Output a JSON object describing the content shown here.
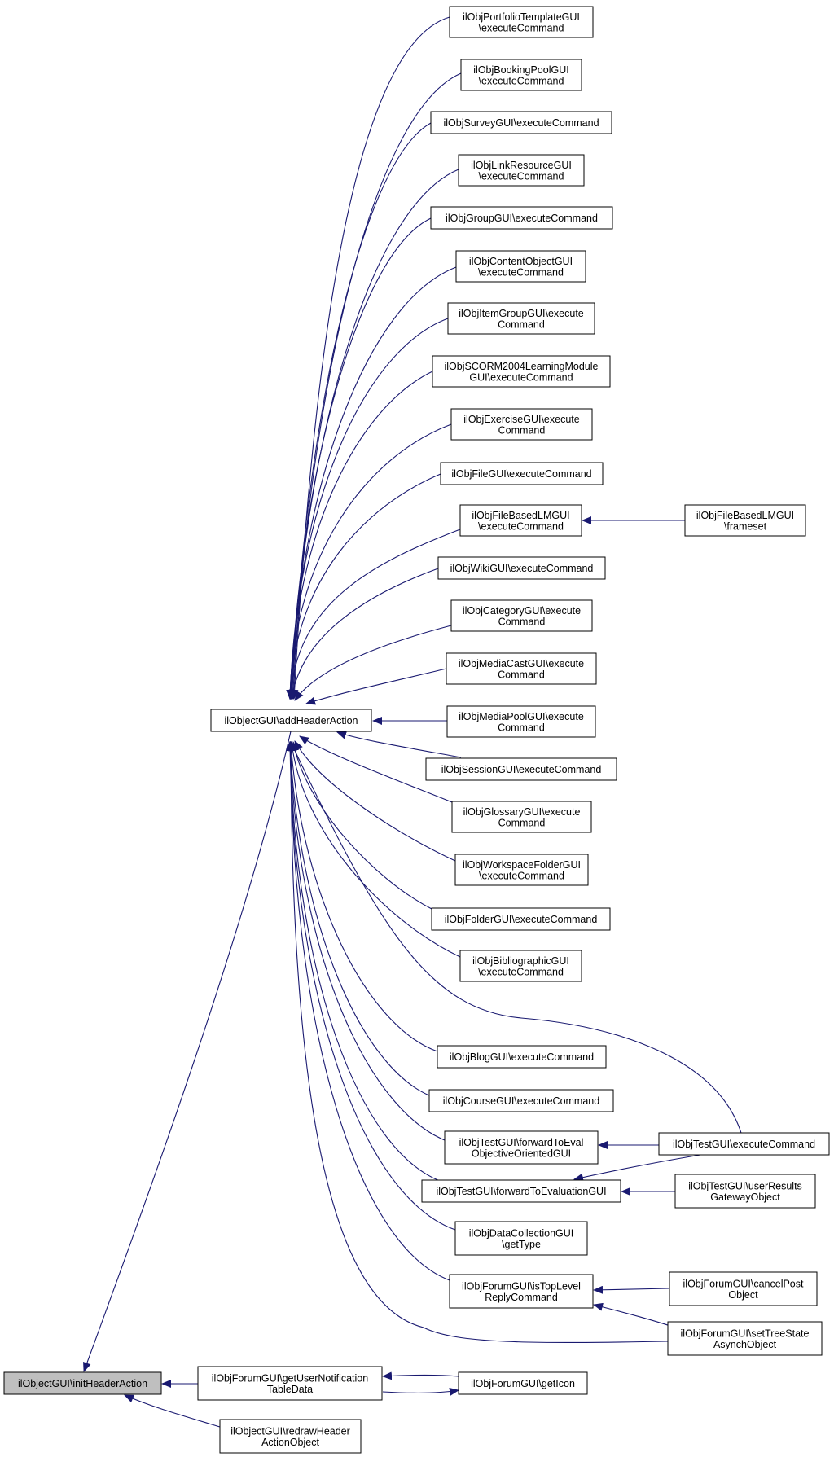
{
  "colors": {
    "edge": "#191970",
    "node_fill": "#ffffff",
    "focus_fill": "#bfbfbf",
    "border": "#000000",
    "text": "#000000"
  },
  "nodes": [
    {
      "id": "init",
      "lines": [
        "ilObjectGUI\\initHeaderAction"
      ],
      "focus": true
    },
    {
      "id": "add",
      "lines": [
        "ilObjectGUI\\addHeaderAction"
      ]
    },
    {
      "id": "getuser",
      "lines": [
        "ilObjForumGUI\\getUserNotification",
        "TableData"
      ]
    },
    {
      "id": "redraw",
      "lines": [
        "ilObjectGUI\\redrawHeader",
        "ActionObject"
      ]
    },
    {
      "id": "geticon",
      "lines": [
        "ilObjForumGUI\\getIcon"
      ]
    },
    {
      "id": "portfolio",
      "lines": [
        "ilObjPortfolioTemplateGUI",
        "\\executeCommand"
      ]
    },
    {
      "id": "booking",
      "lines": [
        "ilObjBookingPoolGUI",
        "\\executeCommand"
      ]
    },
    {
      "id": "survey",
      "lines": [
        "ilObjSurveyGUI\\executeCommand"
      ]
    },
    {
      "id": "linkres",
      "lines": [
        "ilObjLinkResourceGUI",
        "\\executeCommand"
      ]
    },
    {
      "id": "group",
      "lines": [
        "ilObjGroupGUI\\executeCommand"
      ]
    },
    {
      "id": "content",
      "lines": [
        "ilObjContentObjectGUI",
        "\\executeCommand"
      ]
    },
    {
      "id": "itemgroup",
      "lines": [
        "ilObjItemGroupGUI\\execute",
        "Command"
      ]
    },
    {
      "id": "scorm",
      "lines": [
        "ilObjSCORM2004LearningModule",
        "GUI\\executeCommand"
      ]
    },
    {
      "id": "exercise",
      "lines": [
        "ilObjExerciseGUI\\execute",
        "Command"
      ]
    },
    {
      "id": "file",
      "lines": [
        "ilObjFileGUI\\executeCommand"
      ]
    },
    {
      "id": "filebased",
      "lines": [
        "ilObjFileBasedLMGUI",
        "\\executeCommand"
      ]
    },
    {
      "id": "frameset",
      "lines": [
        "ilObjFileBasedLMGUI",
        "\\frameset"
      ]
    },
    {
      "id": "wiki",
      "lines": [
        "ilObjWikiGUI\\executeCommand"
      ]
    },
    {
      "id": "category",
      "lines": [
        "ilObjCategoryGUI\\execute",
        "Command"
      ]
    },
    {
      "id": "mediacast",
      "lines": [
        "ilObjMediaCastGUI\\execute",
        "Command"
      ]
    },
    {
      "id": "mediapool",
      "lines": [
        "ilObjMediaPoolGUI\\execute",
        "Command"
      ]
    },
    {
      "id": "session",
      "lines": [
        "ilObjSessionGUI\\executeCommand"
      ]
    },
    {
      "id": "glossary",
      "lines": [
        "ilObjGlossaryGUI\\execute",
        "Command"
      ]
    },
    {
      "id": "workspace",
      "lines": [
        "ilObjWorkspaceFolderGUI",
        "\\executeCommand"
      ]
    },
    {
      "id": "folder",
      "lines": [
        "ilObjFolderGUI\\executeCommand"
      ]
    },
    {
      "id": "biblio",
      "lines": [
        "ilObjBibliographicGUI",
        "\\executeCommand"
      ]
    },
    {
      "id": "blog",
      "lines": [
        "ilObjBlogGUI\\executeCommand"
      ]
    },
    {
      "id": "course",
      "lines": [
        "ilObjCourseGUI\\executeCommand"
      ]
    },
    {
      "id": "fwdevalobj",
      "lines": [
        "ilObjTestGUI\\forwardToEval",
        "ObjectiveOrientedGUI"
      ]
    },
    {
      "id": "testexec",
      "lines": [
        "ilObjTestGUI\\executeCommand"
      ]
    },
    {
      "id": "fwdeval",
      "lines": [
        "ilObjTestGUI\\forwardToEvaluationGUI"
      ]
    },
    {
      "id": "userresults",
      "lines": [
        "ilObjTestGUI\\userResults",
        "GatewayObject"
      ]
    },
    {
      "id": "datacoll",
      "lines": [
        "ilObjDataCollectionGUI",
        "\\getType"
      ]
    },
    {
      "id": "istoplevel",
      "lines": [
        "ilObjForumGUI\\isTopLevel",
        "ReplyCommand"
      ]
    },
    {
      "id": "cancelpost",
      "lines": [
        "ilObjForumGUI\\cancelPost",
        "Object"
      ]
    },
    {
      "id": "settree",
      "lines": [
        "ilObjForumGUI\\setTreeState",
        "AsynchObject"
      ]
    }
  ],
  "edges": [
    {
      "from": "add",
      "to": "init"
    },
    {
      "from": "getuser",
      "to": "init"
    },
    {
      "from": "redraw",
      "to": "init"
    },
    {
      "from": "geticon",
      "to": "getuser"
    },
    {
      "from": "getuser",
      "to": "geticon"
    },
    {
      "from": "portfolio",
      "to": "add"
    },
    {
      "from": "booking",
      "to": "add"
    },
    {
      "from": "survey",
      "to": "add"
    },
    {
      "from": "linkres",
      "to": "add"
    },
    {
      "from": "group",
      "to": "add"
    },
    {
      "from": "content",
      "to": "add"
    },
    {
      "from": "itemgroup",
      "to": "add"
    },
    {
      "from": "scorm",
      "to": "add"
    },
    {
      "from": "exercise",
      "to": "add"
    },
    {
      "from": "file",
      "to": "add"
    },
    {
      "from": "filebased",
      "to": "add"
    },
    {
      "from": "frameset",
      "to": "filebased"
    },
    {
      "from": "wiki",
      "to": "add"
    },
    {
      "from": "category",
      "to": "add"
    },
    {
      "from": "mediacast",
      "to": "add"
    },
    {
      "from": "mediapool",
      "to": "add"
    },
    {
      "from": "session",
      "to": "add"
    },
    {
      "from": "glossary",
      "to": "add"
    },
    {
      "from": "workspace",
      "to": "add"
    },
    {
      "from": "folder",
      "to": "add"
    },
    {
      "from": "biblio",
      "to": "add"
    },
    {
      "from": "testexec",
      "to": "add"
    },
    {
      "from": "blog",
      "to": "add"
    },
    {
      "from": "course",
      "to": "add"
    },
    {
      "from": "fwdevalobj",
      "to": "add"
    },
    {
      "from": "testexec",
      "to": "fwdevalobj"
    },
    {
      "from": "fwdeval",
      "to": "add"
    },
    {
      "from": "testexec",
      "to": "fwdeval"
    },
    {
      "from": "userresults",
      "to": "fwdeval"
    },
    {
      "from": "datacoll",
      "to": "add"
    },
    {
      "from": "istoplevel",
      "to": "add"
    },
    {
      "from": "cancelpost",
      "to": "istoplevel"
    },
    {
      "from": "settree",
      "to": "istoplevel"
    },
    {
      "from": "settree",
      "to": "add"
    }
  ]
}
